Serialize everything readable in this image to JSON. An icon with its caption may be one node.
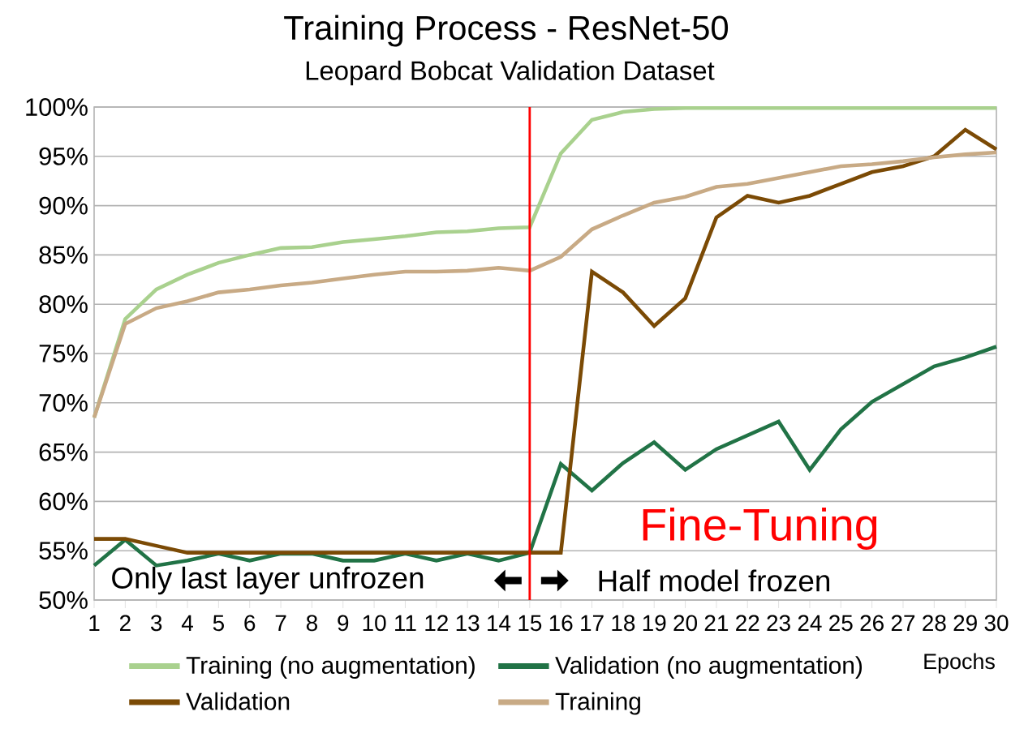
{
  "diagram": {
    "title": "Training Process - ResNet-50",
    "chart_data": {
      "type": "line",
      "title": "Leopard Bobcat Validation Dataset",
      "xlabel": "Epochs",
      "x": [
        1,
        2,
        3,
        4,
        5,
        6,
        7,
        8,
        9,
        10,
        11,
        12,
        13,
        14,
        15,
        16,
        17,
        18,
        19,
        20,
        21,
        22,
        23,
        24,
        25,
        26,
        27,
        28,
        29,
        30
      ],
      "xlim": [
        1,
        30
      ],
      "ylim": [
        50,
        100
      ],
      "xticks": [
        1,
        2,
        3,
        4,
        5,
        6,
        7,
        8,
        9,
        10,
        11,
        12,
        13,
        14,
        15,
        16,
        17,
        18,
        19,
        20,
        21,
        22,
        23,
        24,
        25,
        26,
        27,
        28,
        29,
        30
      ],
      "yticks": [
        {
          "value": 50,
          "label": "50%"
        },
        {
          "value": 55,
          "label": "55%"
        },
        {
          "value": 60,
          "label": "60%"
        },
        {
          "value": 65,
          "label": "65%"
        },
        {
          "value": 70,
          "label": "70%"
        },
        {
          "value": 75,
          "label": "75%"
        },
        {
          "value": 80,
          "label": "80%"
        },
        {
          "value": 85,
          "label": "85%"
        },
        {
          "value": 90,
          "label": "90%"
        },
        {
          "value": 95,
          "label": "95%"
        },
        {
          "value": 100,
          "label": "100%"
        }
      ],
      "series": [
        {
          "name": "Training (no augmentation)",
          "color": "#a9d18e",
          "values": [
            68.5,
            78.5,
            81.5,
            83,
            84.2,
            85,
            85.7,
            85.8,
            86.3,
            86.6,
            86.9,
            87.3,
            87.4,
            87.7,
            87.8,
            95.3,
            98.7,
            99.5,
            99.8,
            99.9,
            99.9,
            99.9,
            99.9,
            99.9,
            99.9,
            99.9,
            99.9,
            99.9,
            99.9,
            99.9
          ]
        },
        {
          "name": "Validation (no augmentation)",
          "color": "#217346",
          "values": [
            53.5,
            56.1,
            53.5,
            54,
            54.7,
            54,
            54.7,
            54.7,
            54,
            54,
            54.7,
            54,
            54.7,
            54,
            54.8,
            63.8,
            61.1,
            63.9,
            66,
            63.2,
            65.3,
            66.7,
            68.1,
            63.2,
            67.3,
            70.1,
            71.9,
            73.7,
            74.6,
            75.7
          ]
        },
        {
          "name": "Validation",
          "color": "#7b4a05",
          "values": [
            56.2,
            56.2,
            55.5,
            54.8,
            54.8,
            54.8,
            54.8,
            54.8,
            54.8,
            54.8,
            54.8,
            54.8,
            54.8,
            54.8,
            54.8,
            54.8,
            83.3,
            81.2,
            77.8,
            80.6,
            88.8,
            91,
            90.3,
            91,
            92.2,
            93.4,
            94,
            95,
            97.7,
            95.7
          ]
        },
        {
          "name": "Training",
          "color": "#c8aa85",
          "values": [
            68.5,
            78,
            79.6,
            80.3,
            81.2,
            81.5,
            81.9,
            82.2,
            82.6,
            83,
            83.3,
            83.3,
            83.4,
            83.7,
            83.4,
            84.8,
            87.6,
            89,
            90.3,
            90.9,
            91.9,
            92.2,
            92.8,
            93.4,
            94,
            94.2,
            94.5,
            94.9,
            95.2,
            95.4
          ]
        }
      ],
      "grid": "y",
      "legend": "bottom",
      "ref_lines": [
        {
          "axis": "x",
          "value": 15,
          "color": "#ff0000"
        }
      ],
      "annotations": [
        "Only last layer unfrozen",
        "Fine-Tuning",
        "Half model frozen"
      ]
    }
  }
}
